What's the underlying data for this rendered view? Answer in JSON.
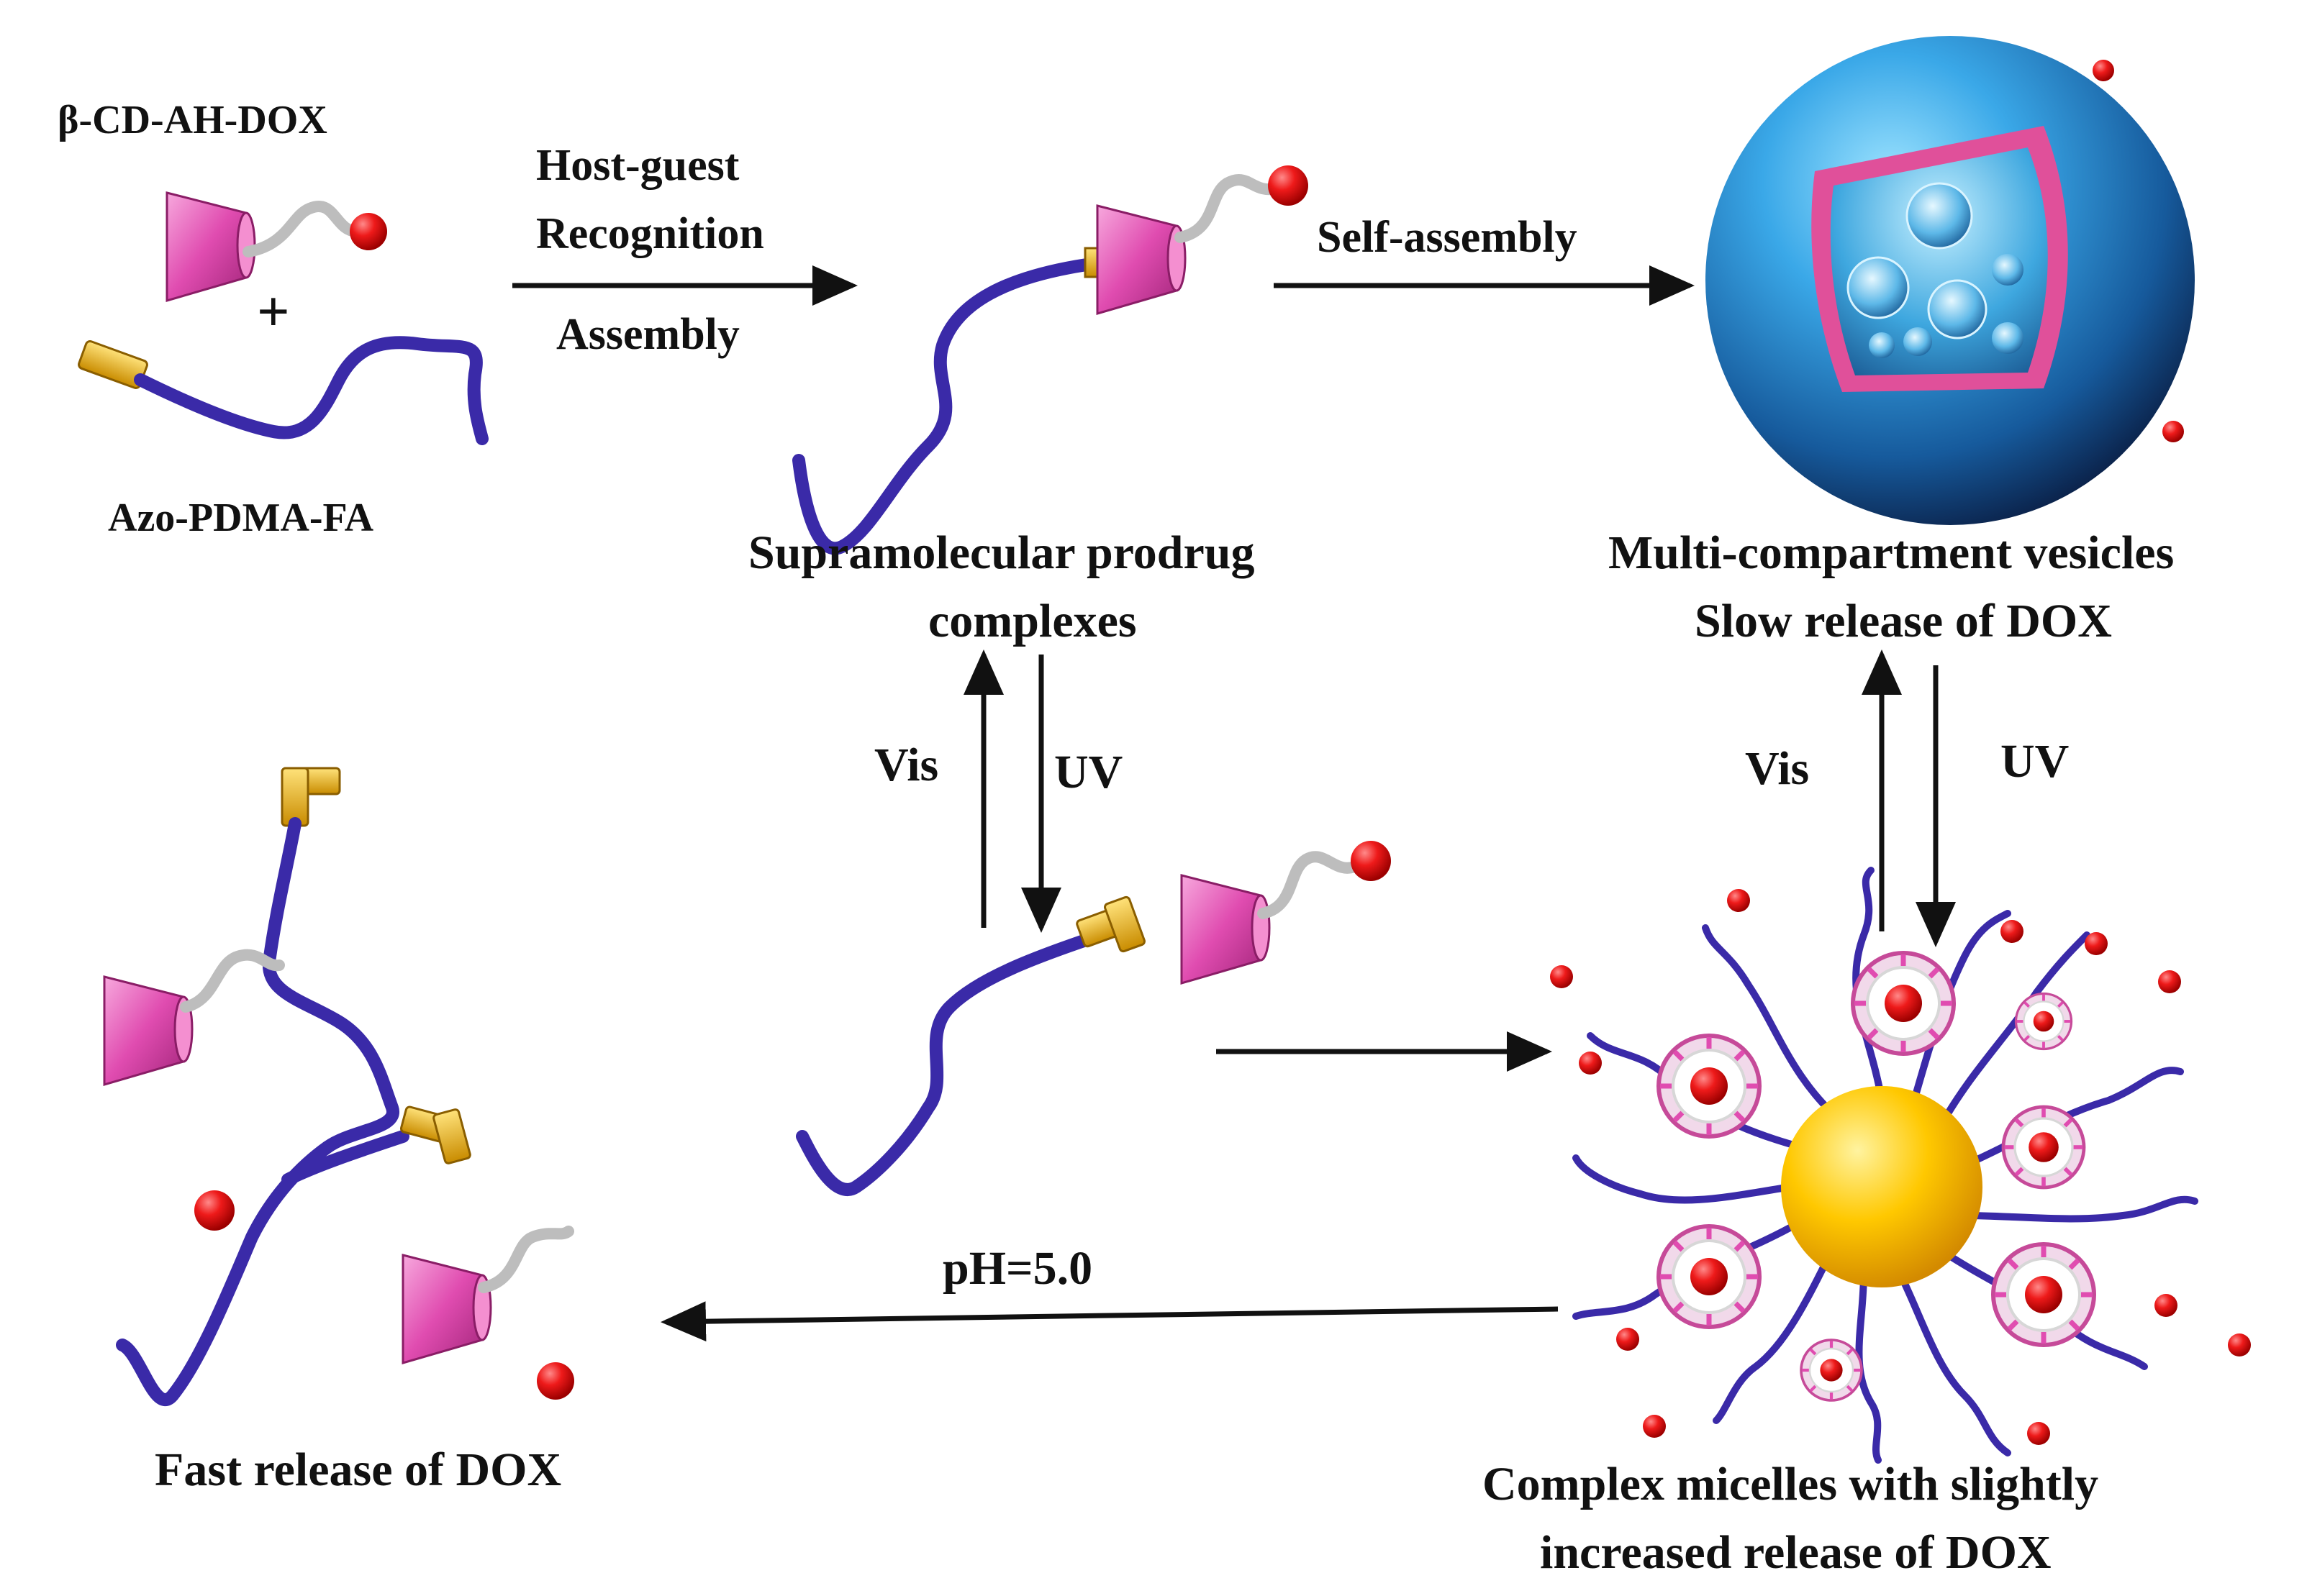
{
  "labels": {
    "cd_ah_dox": "β-CD-AH-DOX",
    "plus": "+",
    "azo_pdma_fa": "Azo-PDMA-FA",
    "host_guest_line1": "Host-guest",
    "host_guest_line2": "Recognition",
    "assembly": "Assembly",
    "prodrug_line1": "Supramolecular prodrug",
    "prodrug_line2": "complexes",
    "self_assembly": "Self-assembly",
    "vesicles_line1": "Multi-compartment vesicles",
    "vesicles_line2": "Slow release of DOX",
    "vis_left": "Vis",
    "uv_left": "UV",
    "vis_right": "Vis",
    "uv_right": "UV",
    "ph": "pH=5.0",
    "fast_release": "Fast release of DOX",
    "micelles_line1": "Complex micelles with slightly",
    "micelles_line2": "increased release of DOX"
  },
  "colors": {
    "polymer_chain": "#3a2aa8",
    "cyclodextrin": "#e04cb0",
    "azo_group": "#e8b21a",
    "dox": "#e8121c",
    "linker": "#cfcfcf",
    "vesicle_outer": "#1e6fb6",
    "vesicle_shell": "#e0509a",
    "micelle_core": "#f5b800",
    "arrow": "#111111"
  }
}
